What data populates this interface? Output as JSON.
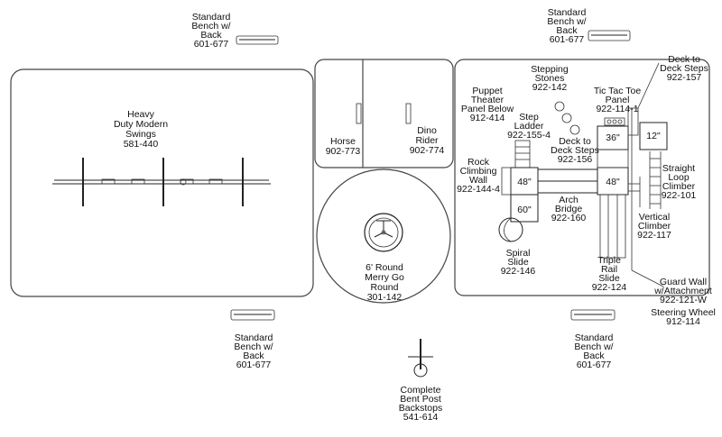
{
  "labels": {
    "bench_top_left": [
      "Standard",
      "Bench w/",
      "Back",
      "601-677"
    ],
    "bench_top_right": [
      "Standard",
      "Bench w/",
      "Back",
      "601-677"
    ],
    "bench_bottom_left": [
      "Standard",
      "Bench w/",
      "Back",
      "601-677"
    ],
    "bench_bottom_right": [
      "Standard",
      "Bench w/",
      "Back",
      "601-677"
    ],
    "swings": [
      "Heavy",
      "Duty Modern",
      "Swings",
      "581-440"
    ],
    "horse": [
      "Horse",
      "902-773"
    ],
    "dino": [
      "Dino",
      "Rider",
      "902-774"
    ],
    "merry_go_round": [
      "6' Round",
      "Merry Go",
      "Round",
      "301-142"
    ],
    "backstop": [
      "Complete",
      "Bent Post",
      "Backstops",
      "541-614"
    ],
    "stepping_stones": [
      "Stepping",
      "Stones",
      "922-142"
    ],
    "puppet_theater": [
      "Puppet",
      "Theater",
      "Panel Below",
      "912-414"
    ],
    "step_ladder": [
      "Step",
      "Ladder",
      "922-155-4"
    ],
    "tic_tac_toe": [
      "Tic Tac Toe",
      "Panel",
      "922-114-1"
    ],
    "deck_to_deck_steps_top": [
      "Deck to",
      "Deck Steps",
      "922-157"
    ],
    "deck_to_deck_steps_mid": [
      "Deck to",
      "Deck Steps",
      "922-156"
    ],
    "rock_climbing_wall": [
      "Rock",
      "Climbing",
      "Wall",
      "922-144-4"
    ],
    "arch_bridge": [
      "Arch",
      "Bridge",
      "922-160"
    ],
    "straight_loop_climber": [
      "Straight",
      "Loop",
      "Climber",
      "922-101"
    ],
    "vertical_climber": [
      "Vertical",
      "Climber",
      "922-117"
    ],
    "spiral_slide": [
      "Spiral",
      "Slide",
      "922-146"
    ],
    "triple_rail_slide": [
      "Triple",
      "Rail",
      "Slide",
      "922-124"
    ],
    "guard_wall": [
      "Guard Wall",
      "w/Attachment",
      "922-121-W"
    ],
    "steering_wheel": [
      "Steering Wheel",
      "912-114"
    ],
    "deck_sizes": [
      "12\"",
      "36\"",
      "48\"",
      "48\"",
      "60\""
    ]
  }
}
